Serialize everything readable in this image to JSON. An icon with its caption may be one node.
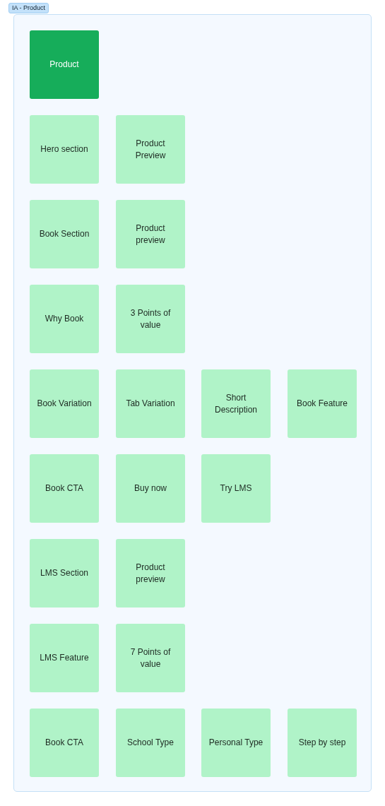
{
  "diagram": {
    "nodes": [
      {
        "text": [
          "IA - Product"
        ]
      },
      {
        "text": [
          "Product"
        ],
        "in": 0
      },
      {
        "text": [
          "Hero section"
        ],
        "in": 0
      },
      {
        "text": [
          "Product Preview"
        ],
        "in": 0
      },
      {
        "text": [
          "Book Section"
        ],
        "in": 0
      },
      {
        "text": [
          "Product preview"
        ],
        "in": 0
      },
      {
        "text": [
          "Why Book"
        ],
        "in": 0
      },
      {
        "text": [
          "3 Points of value"
        ],
        "in": 0
      },
      {
        "text": [
          "Book Variation"
        ],
        "in": 0
      },
      {
        "text": [
          "Tab Variation"
        ],
        "in": 0
      },
      {
        "text": [
          "Short Description"
        ],
        "in": 0
      },
      {
        "text": [
          "Book Feature"
        ],
        "in": 0
      },
      {
        "text": [
          "Book CTA"
        ],
        "in": 0
      },
      {
        "text": [
          "Buy now"
        ],
        "in": 0
      },
      {
        "text": [
          "Try LMS"
        ],
        "in": 0
      },
      {
        "text": [
          "LMS Section"
        ],
        "in": 0
      },
      {
        "text": [
          "Product preview"
        ],
        "in": 0
      },
      {
        "text": [
          "LMS Feature"
        ],
        "in": 0
      },
      {
        "text": [
          "7 Points of value"
        ],
        "in": 0
      },
      {
        "text": [
          "Book CTA"
        ],
        "in": 0
      },
      {
        "text": [
          "School Type"
        ],
        "in": 0
      },
      {
        "text": [
          "Personal Type"
        ],
        "in": 0
      },
      {
        "text": [
          "Step by step"
        ],
        "in": 0
      }
    ]
  }
}
